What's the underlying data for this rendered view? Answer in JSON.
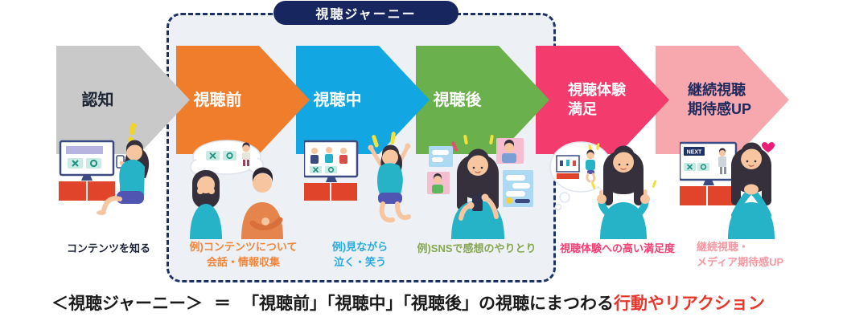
{
  "journey_box": {
    "label": "視聴ジャーニー"
  },
  "stages": [
    {
      "id": "awareness",
      "label": "認知",
      "caption": "コンテンツを知る"
    },
    {
      "id": "pre-viewing",
      "label": "視聴前",
      "caption": "例)コンテンツについて\n会話・情報収集"
    },
    {
      "id": "viewing",
      "label": "視聴中",
      "caption": "例)見ながら\n泣く・笑う"
    },
    {
      "id": "post-viewing",
      "label": "視聴後",
      "caption": "例)SNSで感想のやりとり"
    },
    {
      "id": "satisfaction",
      "label": "視聴体験\n満足",
      "caption": "視聴体験への高い満足度"
    },
    {
      "id": "continuation",
      "label": "継続視聴\n期待感UP",
      "caption": "継続視聴・\nメディア期待感UP"
    }
  ],
  "tv": {
    "next_badge": "NEXT"
  },
  "formula": {
    "lhs": "＜視聴ジャーニー＞",
    "equals": "＝",
    "body": "「視聴前」「視聴中」「視聴後」の視聴にまつわる",
    "highlight": "行動やリアクション"
  },
  "colors": {
    "awareness": "#c9c9ca",
    "pre_viewing": "#f07d2c",
    "viewing": "#12a7e3",
    "post_viewing": "#6ab04c",
    "satisfaction": "#f43b6d",
    "continuation": "#f6a8ae",
    "navy": "#1e3264",
    "highlight_red": "#e8382d",
    "box_background": "#edf0f5"
  }
}
